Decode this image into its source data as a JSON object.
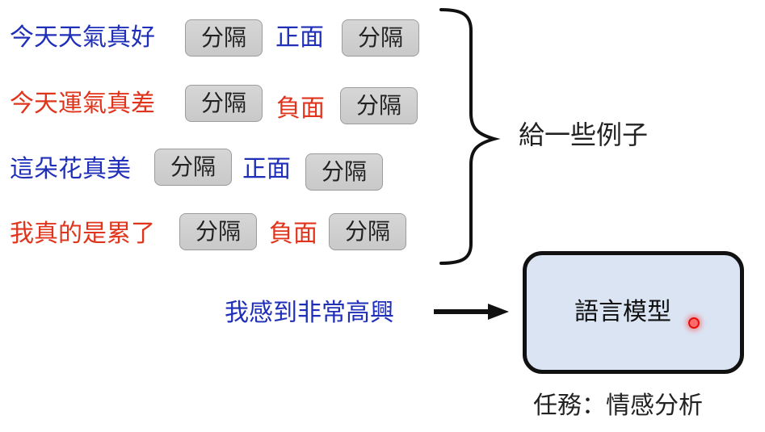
{
  "examples": [
    {
      "text": "今天天氣真好",
      "label": "正面"
    },
    {
      "text": "今天運氣真差",
      "label": "負面"
    },
    {
      "text": "這朵花真美",
      "label": "正面"
    },
    {
      "text": "我真的是累了",
      "label": "負面"
    }
  ],
  "separator": "分隔",
  "brace_note": "給一些例子",
  "query": "我感到非常高興",
  "model": "語言模型",
  "task": "任務：情感分析",
  "colors": {
    "positive": "#1f2fb8",
    "negative": "#e0341c",
    "model_fill": "#dbe4f3"
  }
}
